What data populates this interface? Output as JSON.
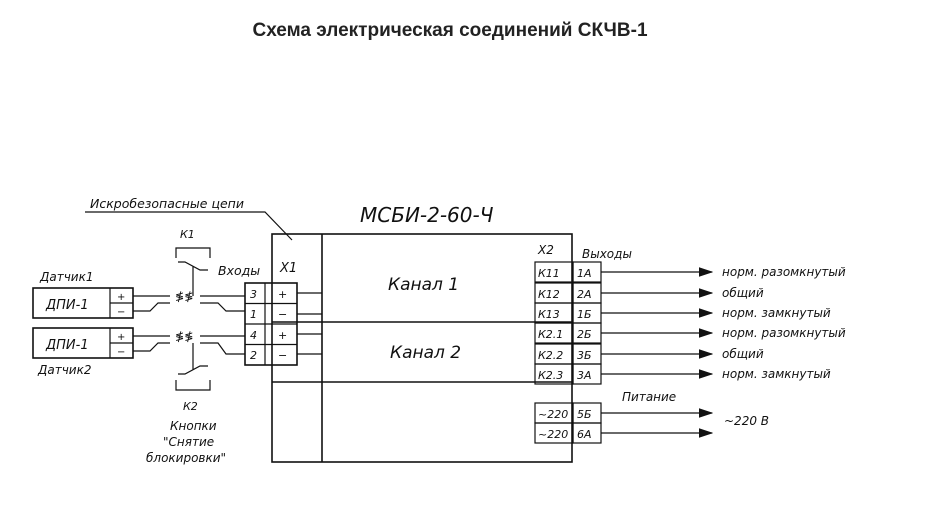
{
  "title": "Схема электрическая соединений СКЧВ-1",
  "labels": {
    "intrinsic": "Искробезопасные цепи",
    "device": "МСБИ-2-60-Ч",
    "x1": "X1",
    "x2": "X2",
    "inputs": "Входы",
    "outputs": "Выходы",
    "channel1": "Канал 1",
    "channel2": "Канал 2",
    "k1": "К1",
    "k2": "К2",
    "buttons_1": "Кнопки",
    "buttons_2": "\"Снятие",
    "buttons_3": "блокировки\"",
    "sensor1": "Датчик1",
    "sensor2": "Датчик2",
    "dpi1": "ДПИ-1",
    "dpi2": "ДПИ-1",
    "plus": "+",
    "minus": "−",
    "power": "Питание",
    "power_out": "~220 В"
  },
  "x1_pins": [
    "3",
    "1",
    "4",
    "2"
  ],
  "x1_pol": [
    "+",
    "−",
    "+",
    "−"
  ],
  "x2_left": [
    "К11",
    "К12",
    "К13",
    "К2.1",
    "К2.2",
    "К2.3",
    "~220",
    "~220"
  ],
  "x2_right": [
    "1А",
    "2А",
    "1Б",
    "2Б",
    "3Б",
    "3А",
    "5Б",
    "6А"
  ],
  "outputs": [
    "норм. разомкнутый",
    "общий",
    "норм. замкнутый",
    "норм. разомкнутый",
    "общий",
    "норм. замкнутый"
  ]
}
